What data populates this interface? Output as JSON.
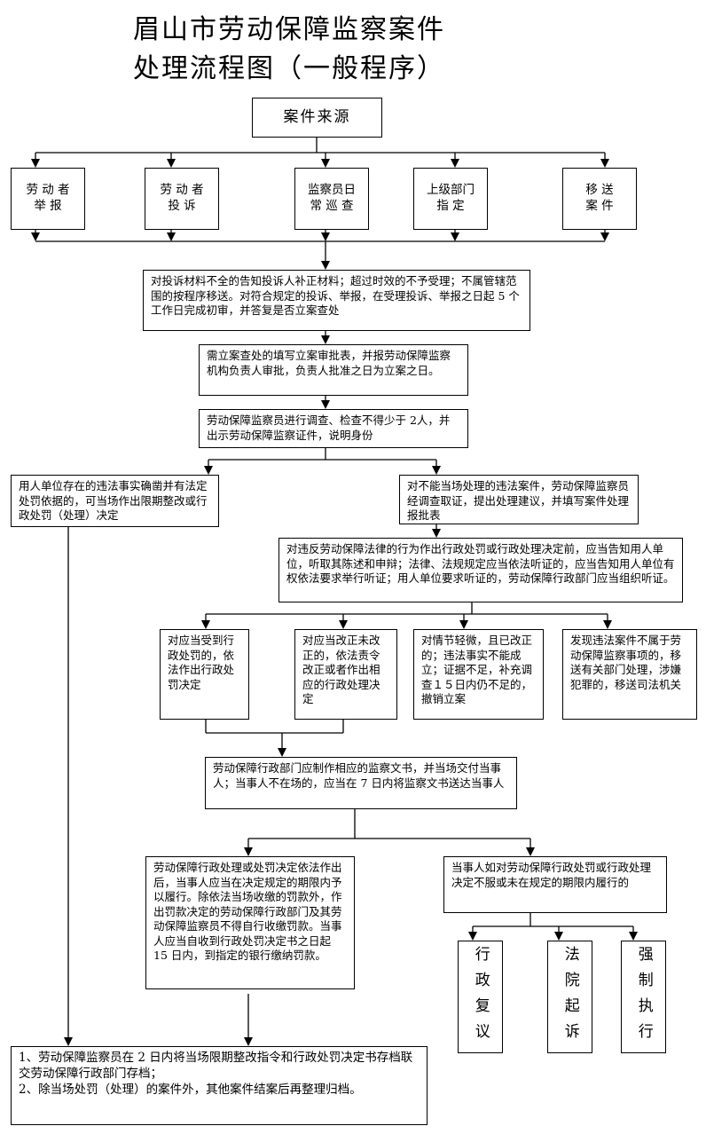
{
  "title": {
    "line1": "眉山市劳动保障监察案件",
    "line2": "处理流程图（一般程序）"
  },
  "source": "案件来源",
  "sources": [
    {
      "label": "劳 动 者\n举    报"
    },
    {
      "label": "劳 动 者\n投    诉"
    },
    {
      "label": "监察员日\n常 巡 查"
    },
    {
      "label": "上级部门\n指    定"
    },
    {
      "label": "移  送\n案  件"
    }
  ],
  "step_accept": "对投诉材料不全的告知投诉人补正材料；超过时效的不予受理；不属管辖范围的按程序移送。对符合规定的投诉、举报，在受理投诉、举报之日起 5 个工作日完成初审，并答复是否立案查处",
  "step_register": "需立案查处的填写立案审批表，并报劳动保障监察机构负责人审批，负责人批准之日为立案之日。",
  "step_investigate": "劳动保障监察员进行调查、检查不得少于 2人，并出示劳动保障监察证件，说明身份",
  "branch_left": "用人单位存在的违法事实确凿并有法定处罚依据的，可当场作出限期整改或行政处罚（处理）决定",
  "branch_right": "对不能当场处理的违法案件，劳动保障监察员经调查取证，提出处理建议，并填写案件处理报批表",
  "step_notify": "对违反劳动保障法律的行为作出行政处罚或行政处理决定前，应当告知用人单位，听取其陈述和申辩；法律、法规规定应当依法听证的，应当告知用人单位有权依法要求举行听证；用人单位要求听证的，劳动保障行政部门应当组织听证。",
  "outcomes": [
    {
      "label": "对应当受到行政处罚的，依法作出行政处罚决定"
    },
    {
      "label": "对应当改正未改正的，依法责令改正或者作出相应的行政处理决定"
    },
    {
      "label": "对情节轻微，且已改正的；违法事实不能成立；证据不足，补充调查１５日内仍不足的，撤销立案"
    },
    {
      "label": "发现违法案件不属于劳动保障监察事项的，移送有关部门处理，涉嫌犯罪的，移送司法机关"
    }
  ],
  "step_document": "劳动保障行政部门应制作相应的监察文书，并当场交付当事人；当事人不在场的，应当在 7 日内将监察文书送达当事人",
  "step_execute": "劳动保障行政处理或处罚决定依法作出后，当事人应当在决定规定的期限内予以履行。除依法当场收缴的罚款外，作出罚款决定的劳动保障行政部门及其劳动保障监察员不得自行收缴罚款。当事人应当自收到行政处罚决定书之日起 15 日内，到指定的银行缴纳罚款。",
  "step_dispute": "当事人如对劳动保障行政处罚或行政处理决定不服或未在规定的期限内履行的",
  "remedies": [
    {
      "label": "行政复议"
    },
    {
      "label": "法院起诉"
    },
    {
      "label": "强制执行"
    }
  ],
  "step_archive": "1、劳动保障监察员在 2 日内将当场限期整改指令和行政处罚决定书存档联交劳动保障行政部门存档；\n2、除当场处罚（处理）的案件外，其他案件结案后再整理归档。"
}
